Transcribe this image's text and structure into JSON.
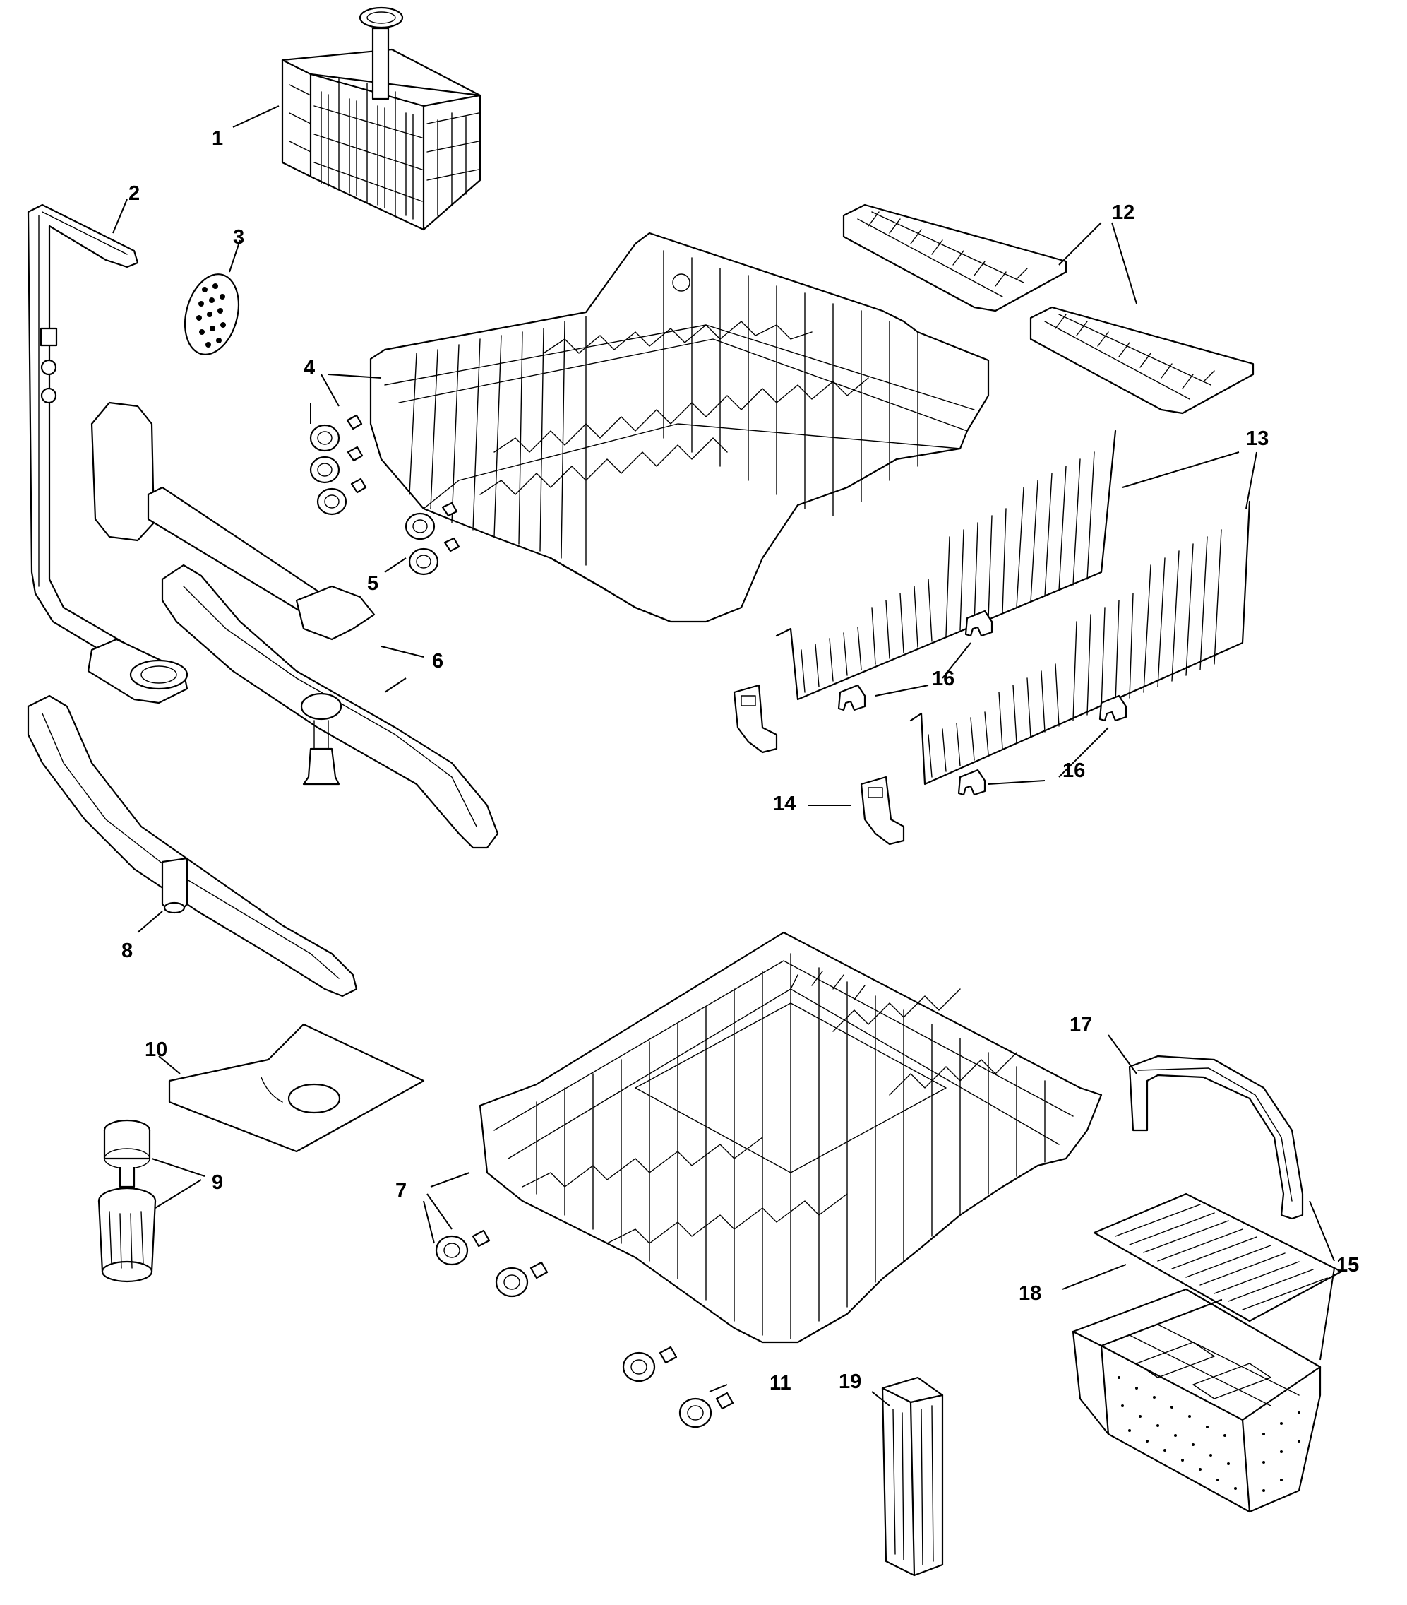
{
  "callouts": [
    {
      "id": "1",
      "text": "1"
    },
    {
      "id": "2",
      "text": "2"
    },
    {
      "id": "3",
      "text": "3"
    },
    {
      "id": "4",
      "text": "4"
    },
    {
      "id": "5",
      "text": "5"
    },
    {
      "id": "6",
      "text": "6"
    },
    {
      "id": "7",
      "text": "7"
    },
    {
      "id": "8",
      "text": "8"
    },
    {
      "id": "9",
      "text": "9"
    },
    {
      "id": "10",
      "text": "10"
    },
    {
      "id": "11",
      "text": "11"
    },
    {
      "id": "12",
      "text": "12"
    },
    {
      "id": "13",
      "text": "13"
    },
    {
      "id": "14",
      "text": "14"
    },
    {
      "id": "15",
      "text": "15"
    },
    {
      "id": "16a",
      "text": "16"
    },
    {
      "id": "16b",
      "text": "16"
    },
    {
      "id": "17",
      "text": "17"
    },
    {
      "id": "18",
      "text": "18"
    },
    {
      "id": "19",
      "text": "19"
    }
  ],
  "colors": {
    "ink": "#000000",
    "paper": "#ffffff"
  }
}
